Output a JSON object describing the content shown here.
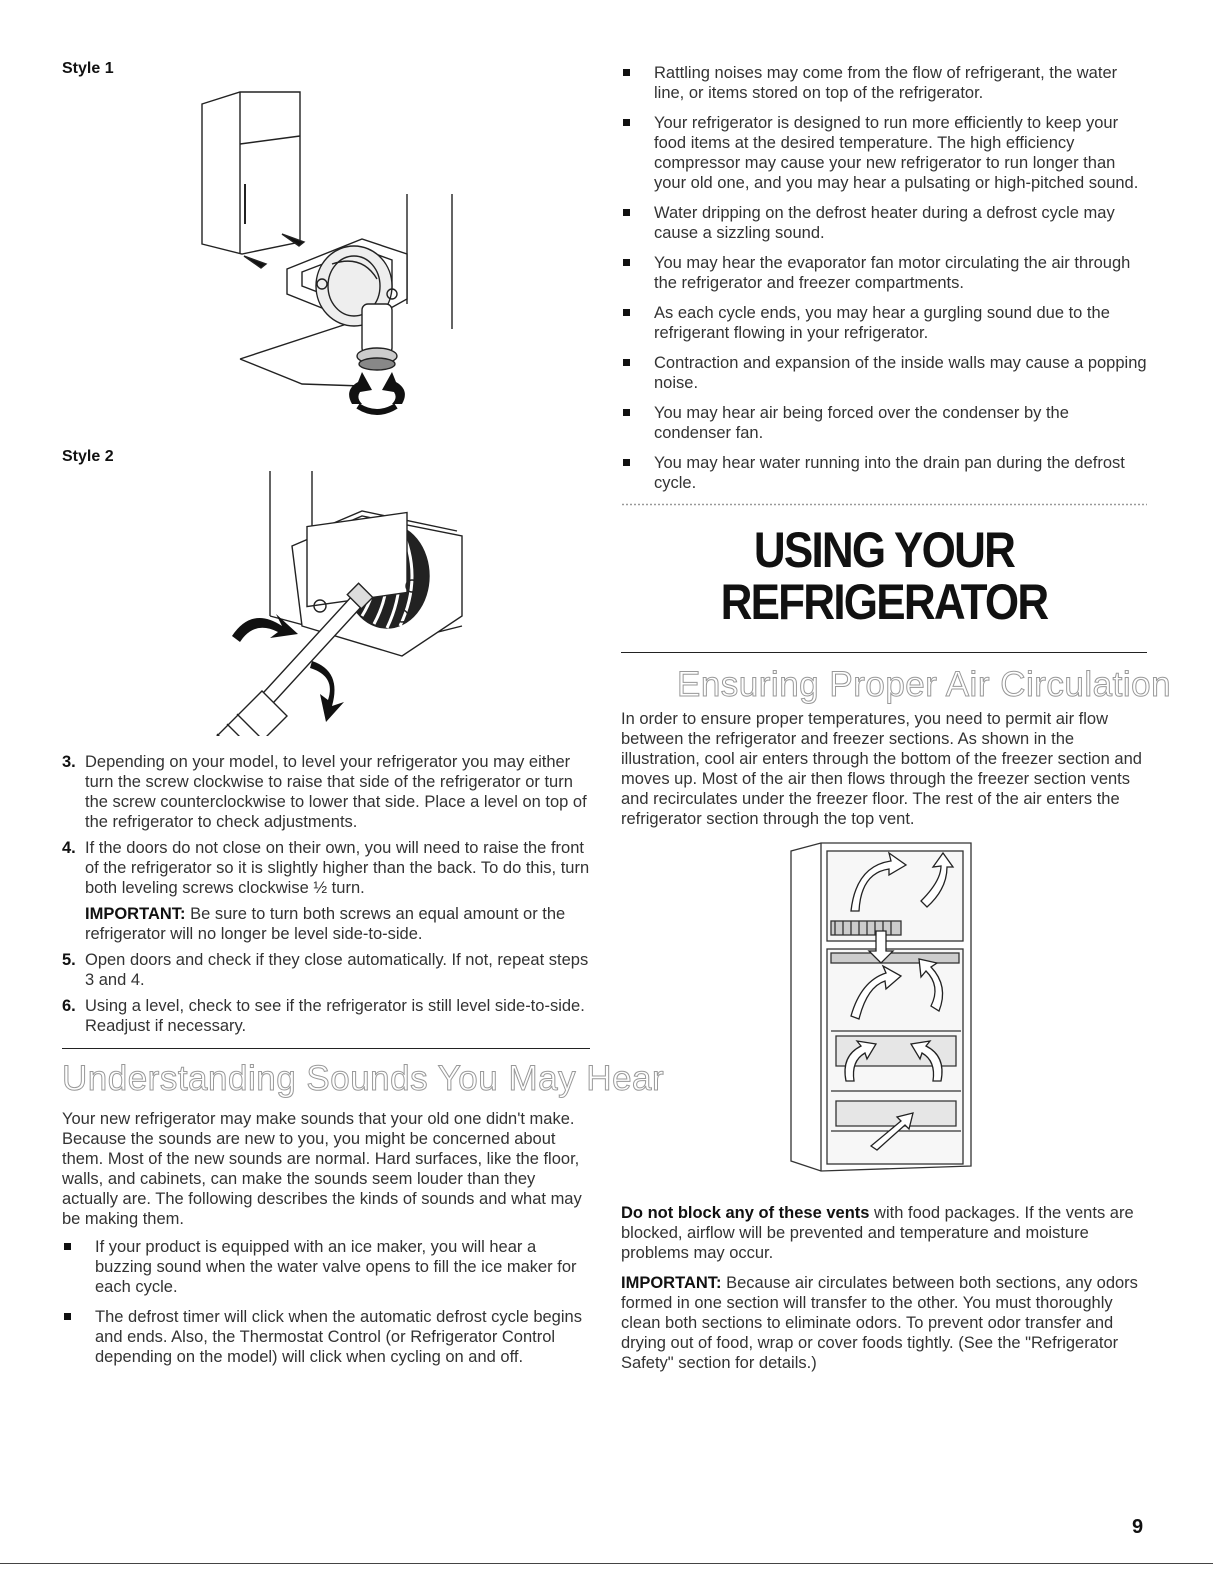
{
  "left": {
    "style1_label": "Style 1",
    "style2_label": "Style 2",
    "steps": [
      {
        "num": "3.",
        "text": "Depending on your model, to level your refrigerator you may either turn the screw clockwise to raise that side of the refrigerator or turn the screw counterclockwise to lower that side. Place a level on top of the refrigerator to check adjustments."
      },
      {
        "num": "4.",
        "text": "If the doors do not close on their own, you will need to raise the front of the refrigerator so it is slightly higher than the back. To do this, turn both leveling screws clockwise ½ turn.",
        "important_label": "IMPORTANT:",
        "important_text": " Be sure to turn both screws an equal amount or the refrigerator will no longer be level side-to-side."
      },
      {
        "num": "5.",
        "text": "Open doors and check if they close automatically. If not, repeat steps 3 and 4."
      },
      {
        "num": "6.",
        "text": "Using a level, check to see if the refrigerator is still level side-to-side. Readjust if necessary."
      }
    ],
    "sounds_heading": "Understanding Sounds You May Hear",
    "sounds_intro": "Your new refrigerator may make sounds that your old one didn't make. Because the sounds are new to you, you might be concerned about them. Most of the new sounds are normal. Hard surfaces, like the floor, walls, and cabinets, can make the sounds seem louder than they actually are. The following describes the kinds of sounds and what may be making them.",
    "bullets": [
      "If your product is equipped with an ice maker, you will hear a buzzing sound when the water valve opens to fill the ice maker for each cycle.",
      "The defrost timer will click when the automatic defrost cycle begins and ends. Also, the Thermostat Control (or Refrigerator Control depending on the model) will click when cycling on and off."
    ]
  },
  "right": {
    "bullets": [
      "Rattling noises may come from the flow of refrigerant, the water line, or items stored on top of the refrigerator.",
      "Your refrigerator is designed to run more efficiently to keep your food items at the desired temperature. The high efficiency compressor may cause your new refrigerator to run longer than your old one, and you may hear a pulsating or high-pitched sound.",
      "Water dripping on the defrost heater during a defrost cycle may cause a sizzling sound.",
      "You may hear the evaporator fan motor circulating the air through the refrigerator and freezer compartments.",
      "As each cycle ends, you may hear a gurgling sound due to the refrigerant flowing in your refrigerator.",
      "Contraction and expansion of the inside walls may cause a popping noise.",
      "You may hear air being forced over the condenser by the condenser fan.",
      "You may hear water running into the drain pan during the defrost cycle."
    ],
    "section_title_1": "USING YOUR",
    "section_title_2": "REFRIGERATOR",
    "air_heading": "Ensuring Proper Air Circulation",
    "air_text": "In order to ensure proper temperatures, you need to permit air flow between the refrigerator and freezer sections. As shown in the illustration, cool air enters through the bottom of the freezer section and moves up. Most of the air then flows through the freezer section vents and recirculates under the freezer floor. The rest of the air enters the refrigerator section through the top vent.",
    "vents_bold": "Do not block any of these vents",
    "vents_text": " with food packages. If the vents are blocked, airflow will be prevented and temperature and moisture problems may occur.",
    "important_label": "IMPORTANT:",
    "important_text": " Because air circulates between both sections, any odors formed in one section will transfer to the other. You must thoroughly clean both sections to eliminate odors. To prevent odor transfer and drying out of food, wrap or cover foods tightly. (See the \"Refrigerator Safety\" section for details.)"
  },
  "page_number": "9"
}
